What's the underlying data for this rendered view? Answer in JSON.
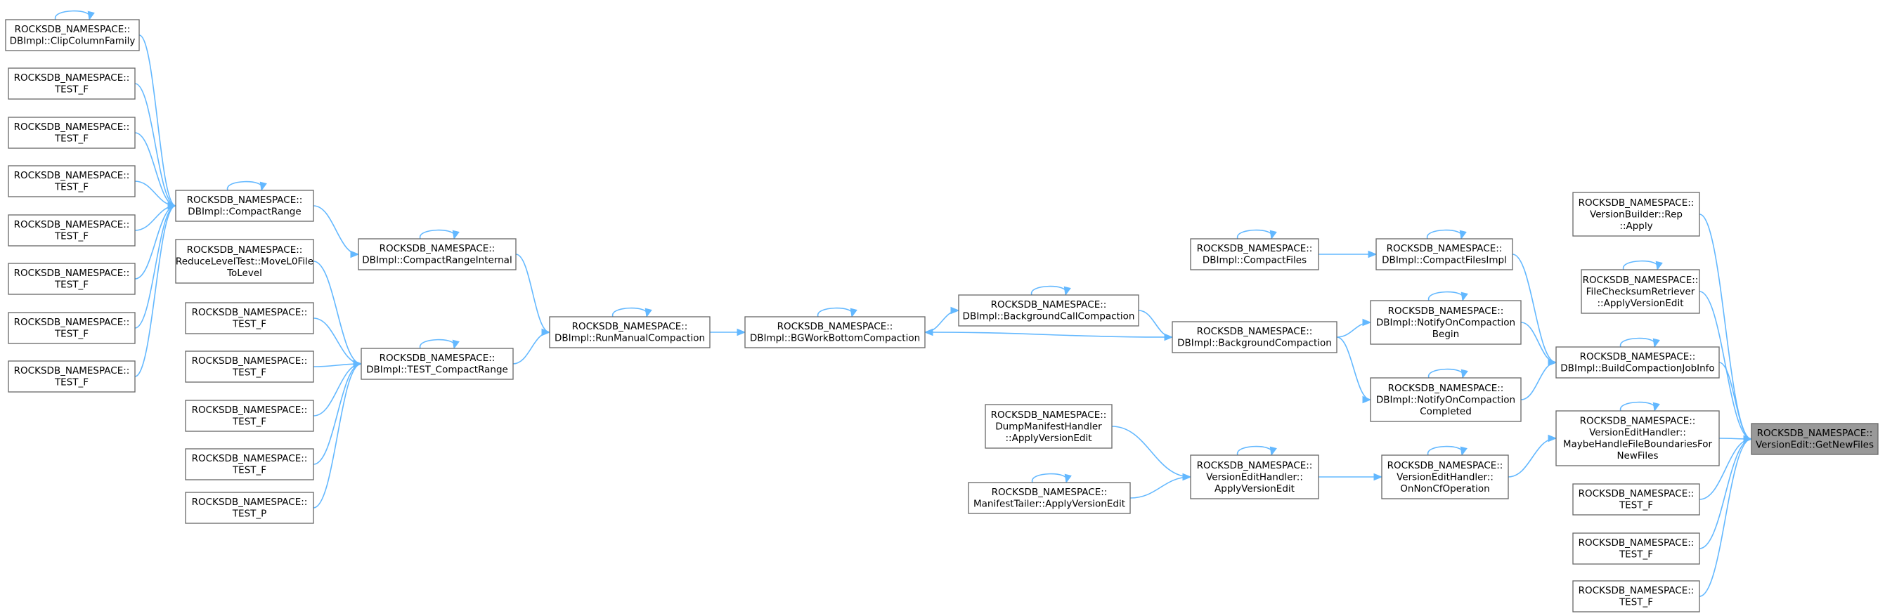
{
  "diagram": {
    "target": "ROCKSDB_NAMESPACE::VersionEdit::GetNewFiles",
    "nodes": [
      {
        "id": "clip",
        "lines": [
          "ROCKSDB_NAMESPACE::",
          "DBImpl::ClipColumnFamily"
        ]
      },
      {
        "id": "tf1",
        "lines": [
          "ROCKSDB_NAMESPACE::",
          "TEST_F"
        ]
      },
      {
        "id": "tf2",
        "lines": [
          "ROCKSDB_NAMESPACE::",
          "TEST_F"
        ]
      },
      {
        "id": "tf3",
        "lines": [
          "ROCKSDB_NAMESPACE::",
          "TEST_F"
        ]
      },
      {
        "id": "tf4",
        "lines": [
          "ROCKSDB_NAMESPACE::",
          "TEST_F"
        ]
      },
      {
        "id": "tf5",
        "lines": [
          "ROCKSDB_NAMESPACE::",
          "TEST_F"
        ]
      },
      {
        "id": "tf6",
        "lines": [
          "ROCKSDB_NAMESPACE::",
          "TEST_F"
        ]
      },
      {
        "id": "tf7",
        "lines": [
          "ROCKSDB_NAMESPACE::",
          "TEST_F"
        ]
      },
      {
        "id": "compactrange",
        "lines": [
          "ROCKSDB_NAMESPACE::",
          "DBImpl::CompactRange"
        ]
      },
      {
        "id": "reduce",
        "lines": [
          "ROCKSDB_NAMESPACE::",
          "ReduceLevelTest::MoveL0File",
          "ToLevel"
        ]
      },
      {
        "id": "tf8",
        "lines": [
          "ROCKSDB_NAMESPACE::",
          "TEST_F"
        ]
      },
      {
        "id": "tf9",
        "lines": [
          "ROCKSDB_NAMESPACE::",
          "TEST_F"
        ]
      },
      {
        "id": "tf10",
        "lines": [
          "ROCKSDB_NAMESPACE::",
          "TEST_F"
        ]
      },
      {
        "id": "tf11",
        "lines": [
          "ROCKSDB_NAMESPACE::",
          "TEST_F"
        ]
      },
      {
        "id": "tp",
        "lines": [
          "ROCKSDB_NAMESPACE::",
          "TEST_P"
        ]
      },
      {
        "id": "cri",
        "lines": [
          "ROCKSDB_NAMESPACE::",
          "DBImpl::CompactRangeInternal"
        ]
      },
      {
        "id": "tcr",
        "lines": [
          "ROCKSDB_NAMESPACE::",
          "DBImpl::TEST_CompactRange"
        ]
      },
      {
        "id": "rmc",
        "lines": [
          "ROCKSDB_NAMESPACE::",
          "DBImpl::RunManualCompaction"
        ]
      },
      {
        "id": "bgwb",
        "lines": [
          "ROCKSDB_NAMESPACE::",
          "DBImpl::BGWorkBottomCompaction"
        ]
      },
      {
        "id": "bgcc",
        "lines": [
          "ROCKSDB_NAMESPACE::",
          "DBImpl::BackgroundCallCompaction"
        ]
      },
      {
        "id": "cf",
        "lines": [
          "ROCKSDB_NAMESPACE::",
          "DBImpl::CompactFiles"
        ]
      },
      {
        "id": "bc",
        "lines": [
          "ROCKSDB_NAMESPACE::",
          "DBImpl::BackgroundCompaction"
        ]
      },
      {
        "id": "dmh",
        "lines": [
          "ROCKSDB_NAMESPACE::",
          "DumpManifestHandler",
          "::ApplyVersionEdit"
        ]
      },
      {
        "id": "mt",
        "lines": [
          "ROCKSDB_NAMESPACE::",
          "ManifestTailer::ApplyVersionEdit"
        ]
      },
      {
        "id": "vehave",
        "lines": [
          "ROCKSDB_NAMESPACE::",
          "VersionEditHandler::",
          "ApplyVersionEdit"
        ]
      },
      {
        "id": "cfi",
        "lines": [
          "ROCKSDB_NAMESPACE::",
          "DBImpl::CompactFilesImpl"
        ]
      },
      {
        "id": "nocb",
        "lines": [
          "ROCKSDB_NAMESPACE::",
          "DBImpl::NotifyOnCompaction",
          "Begin"
        ]
      },
      {
        "id": "nocc",
        "lines": [
          "ROCKSDB_NAMESPACE::",
          "DBImpl::NotifyOnCompaction",
          "Completed"
        ]
      },
      {
        "id": "vehnon",
        "lines": [
          "ROCKSDB_NAMESPACE::",
          "VersionEditHandler::",
          "OnNonCfOperation"
        ]
      },
      {
        "id": "vbrep",
        "lines": [
          "ROCKSDB_NAMESPACE::",
          "VersionBuilder::Rep",
          "::Apply"
        ]
      },
      {
        "id": "fcr",
        "lines": [
          "ROCKSDB_NAMESPACE::",
          "FileChecksumRetriever",
          "::ApplyVersionEdit"
        ]
      },
      {
        "id": "bcji",
        "lines": [
          "ROCKSDB_NAMESPACE::",
          "DBImpl::BuildCompactionJobInfo"
        ]
      },
      {
        "id": "vehmh",
        "lines": [
          "ROCKSDB_NAMESPACE::",
          "VersionEditHandler::",
          "MaybeHandleFileBoundariesFor",
          "NewFiles"
        ]
      },
      {
        "id": "tf12",
        "lines": [
          "ROCKSDB_NAMESPACE::",
          "TEST_F"
        ]
      },
      {
        "id": "tf13",
        "lines": [
          "ROCKSDB_NAMESPACE::",
          "TEST_F"
        ]
      },
      {
        "id": "tf14",
        "lines": [
          "ROCKSDB_NAMESPACE::",
          "TEST_F"
        ]
      },
      {
        "id": "target",
        "lines": [
          "ROCKSDB_NAMESPACE::",
          "VersionEdit::GetNewFiles"
        ]
      }
    ],
    "edges": [
      [
        "clip",
        "clip"
      ],
      [
        "clip",
        "compactrange"
      ],
      [
        "tf1",
        "compactrange"
      ],
      [
        "tf2",
        "compactrange"
      ],
      [
        "tf3",
        "compactrange"
      ],
      [
        "tf4",
        "compactrange"
      ],
      [
        "tf5",
        "compactrange"
      ],
      [
        "tf6",
        "compactrange"
      ],
      [
        "tf7",
        "compactrange"
      ],
      [
        "compactrange",
        "compactrange"
      ],
      [
        "compactrange",
        "cri"
      ],
      [
        "reduce",
        "tcr"
      ],
      [
        "tf8",
        "tcr"
      ],
      [
        "tf9",
        "tcr"
      ],
      [
        "tf10",
        "tcr"
      ],
      [
        "tf11",
        "tcr"
      ],
      [
        "tp",
        "tcr"
      ],
      [
        "cri",
        "cri"
      ],
      [
        "cri",
        "rmc"
      ],
      [
        "tcr",
        "tcr"
      ],
      [
        "tcr",
        "rmc"
      ],
      [
        "rmc",
        "rmc"
      ],
      [
        "rmc",
        "bgwb"
      ],
      [
        "bgwb",
        "bgwb"
      ],
      [
        "bgwb",
        "bgcc"
      ],
      [
        "bgcc",
        "bgcc"
      ],
      [
        "bgcc",
        "bc"
      ],
      [
        "bc",
        "bgwb"
      ],
      [
        "cf",
        "cf"
      ],
      [
        "cf",
        "cfi"
      ],
      [
        "bc",
        "nocb"
      ],
      [
        "bc",
        "nocc"
      ],
      [
        "dmh",
        "vehave"
      ],
      [
        "mt",
        "mt"
      ],
      [
        "mt",
        "vehave"
      ],
      [
        "vehave",
        "vehave"
      ],
      [
        "vehave",
        "vehnon"
      ],
      [
        "cfi",
        "cfi"
      ],
      [
        "cfi",
        "bcji"
      ],
      [
        "nocb",
        "nocb"
      ],
      [
        "nocb",
        "bcji"
      ],
      [
        "nocc",
        "nocc"
      ],
      [
        "nocc",
        "bcji"
      ],
      [
        "vehnon",
        "vehnon"
      ],
      [
        "vehnon",
        "vehmh"
      ],
      [
        "vbrep",
        "target"
      ],
      [
        "fcr",
        "fcr"
      ],
      [
        "fcr",
        "target"
      ],
      [
        "bcji",
        "bcji"
      ],
      [
        "bcji",
        "target"
      ],
      [
        "vehmh",
        "vehmh"
      ],
      [
        "vehmh",
        "target"
      ],
      [
        "tf12",
        "target"
      ],
      [
        "tf13",
        "target"
      ],
      [
        "tf14",
        "target"
      ]
    ]
  }
}
